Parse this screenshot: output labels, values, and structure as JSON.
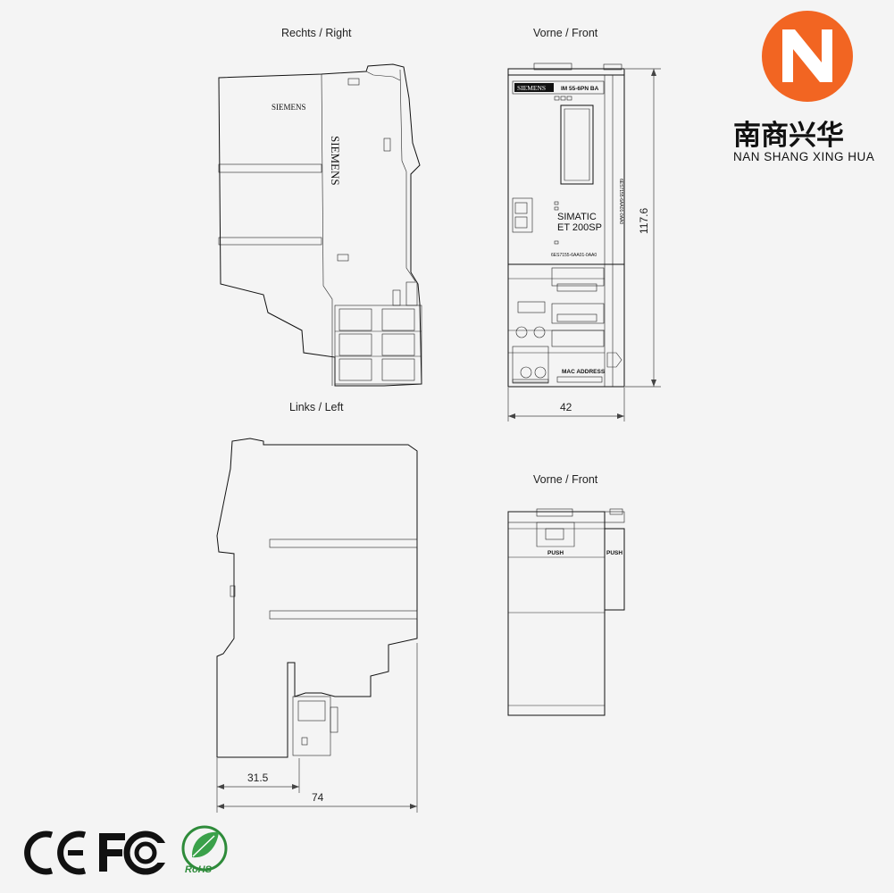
{
  "views": {
    "right": "Rechts / Right",
    "front_top": "Vorne / Front",
    "left": "Links / Left",
    "front_bottom": "Vorne / Front"
  },
  "dimensions": {
    "height": "117.6",
    "width_front": "42",
    "depth_partial": "31.5",
    "depth_total": "74"
  },
  "device": {
    "brand": "SIEMENS",
    "model_label": "IM 55-6PN BA",
    "product_line1": "SIMATIC",
    "product_line2": "ET 200SP",
    "mac_label": "MAC ADDRESS",
    "push_label": "PUSH",
    "order_no": "6ES7155-6AA01-0AA0"
  },
  "logo": {
    "company_cn": "南商兴华",
    "company_en": "NAN SHANG XING HUA",
    "accent_color": "#f26522"
  },
  "certifications": [
    "CE",
    "FC",
    "RoHS"
  ],
  "icons": [
    "ce-mark-icon",
    "fcc-mark-icon",
    "rohs-leaf-icon"
  ]
}
